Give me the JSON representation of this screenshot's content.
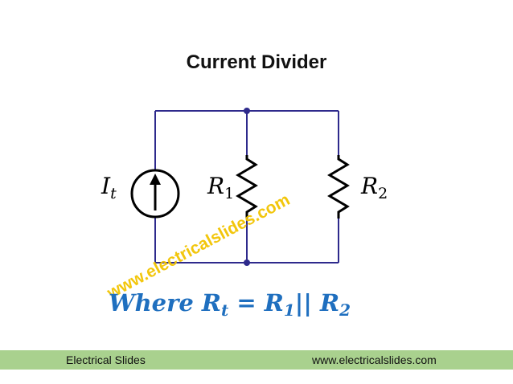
{
  "slide": {
    "title": "Current Divider"
  },
  "circuit": {
    "source_label": "I",
    "source_sub": "t",
    "r1_label": "R",
    "r1_sub": "1",
    "r2_label": "R",
    "r2_sub": "2",
    "wire_color": "#2e2a8c",
    "component_color": "#000000"
  },
  "watermark": {
    "text": "www.electricalslides.com",
    "color": "#f2c400"
  },
  "formula": {
    "prefix": "Where R",
    "rt_sub": "t",
    "equals": " = R",
    "r1_sub": "1",
    "parallel": "|| R",
    "r2_sub": "2",
    "color": "#1f6fbf"
  },
  "footer": {
    "left_text": "Electrical Slides",
    "right_text": "www.electricalslides.com",
    "bg_color": "#a9d18e"
  }
}
